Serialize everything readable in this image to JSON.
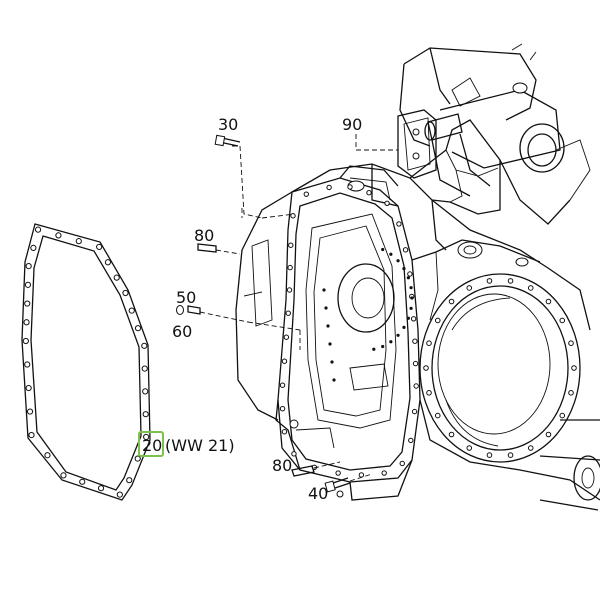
{
  "diagram": {
    "callouts": {
      "c30": "30",
      "c90": "90",
      "c80a": "80",
      "c50": "50",
      "c60": "60",
      "c20": "20",
      "c20_ref": "(WW 21)",
      "c80b": "80",
      "c40": "40"
    },
    "highlight_color": "#7cc24a",
    "line_color": "#111111"
  }
}
